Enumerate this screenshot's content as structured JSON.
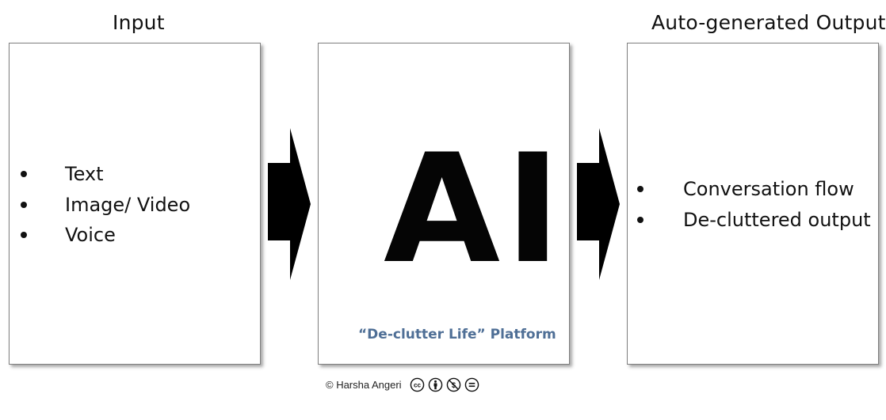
{
  "headings": {
    "input": "Input",
    "output": "Auto-generated Output"
  },
  "input_items": [
    "Text",
    "Image/ Video",
    "Voice"
  ],
  "center": {
    "big_label": "AI",
    "platform_label": "“De-clutter Life” Platform"
  },
  "output_items": [
    "Conversation flow",
    "De-cluttered output"
  ],
  "footer": {
    "copyright": "© Harsha Angeri",
    "license_icons": [
      "cc-icon",
      "by-attribution-icon",
      "noncommercial-icon",
      "noderivatives-icon"
    ]
  },
  "colors": {
    "platform_text": "#4f6f96",
    "arrow_fill": "#000000",
    "box_border": "#7f7f7f"
  }
}
